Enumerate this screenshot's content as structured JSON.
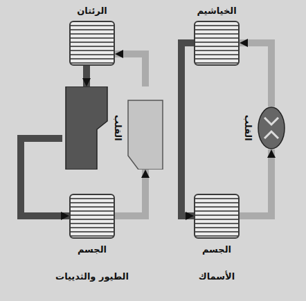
{
  "diagram": {
    "nodes": [
      {
        "text": [
          "الرئتان"
        ]
      },
      {
        "text": [
          "الخياشيم"
        ]
      },
      {
        "text": [
          "القلب"
        ]
      },
      {
        "text": [
          "القلب"
        ]
      },
      {
        "text": [
          "الجسم"
        ]
      },
      {
        "text": [
          "الجسم"
        ]
      }
    ],
    "edges": [
      {
        "from": 2,
        "to": 0,
        "arrow": "to"
      },
      {
        "from": 0,
        "to": 2,
        "arrow": "to"
      },
      {
        "from": 2,
        "to": 4,
        "arrow": "to"
      },
      {
        "from": 4,
        "to": 2,
        "arrow": "to"
      },
      {
        "from": 3,
        "to": 1,
        "arrow": "to"
      },
      {
        "from": 1,
        "to": 5,
        "arrow": "to"
      },
      {
        "from": 5,
        "to": 3,
        "arrow": "to"
      }
    ],
    "labels": [
      "الطيور والثدييات",
      "الأسماك"
    ]
  }
}
